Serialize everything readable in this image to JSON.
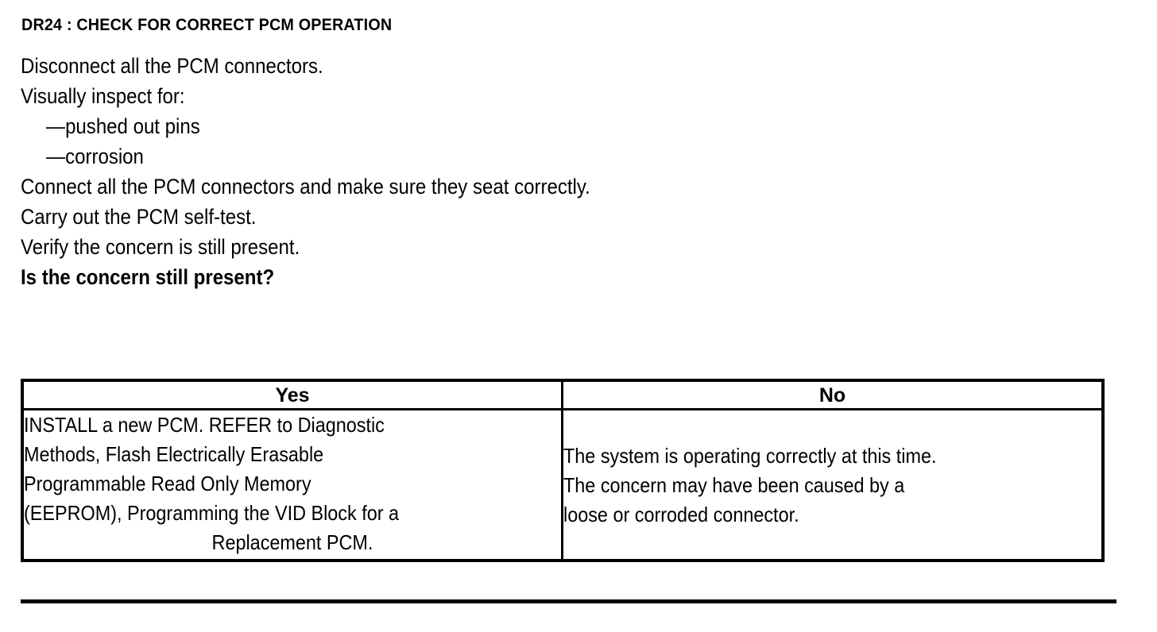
{
  "document": {
    "step_title": "DR24 : CHECK FOR CORRECT PCM OPERATION",
    "instructions": [
      {
        "text": "Disconnect all the PCM connectors.",
        "style": "normal",
        "indent": false
      },
      {
        "text": "Visually inspect for:",
        "style": "normal",
        "indent": false
      },
      {
        "text": "—pushed out pins",
        "style": "normal",
        "indent": true
      },
      {
        "text": "—corrosion",
        "style": "normal",
        "indent": true
      },
      {
        "text": "Connect all the PCM connectors and make sure they seat correctly.",
        "style": "normal",
        "indent": false
      },
      {
        "text": "Carry out the PCM self-test.",
        "style": "normal",
        "indent": false
      },
      {
        "text": "Verify the concern is still present.",
        "style": "normal",
        "indent": false
      },
      {
        "text": "Is the concern still present?",
        "style": "bold",
        "indent": false
      }
    ],
    "decision_table": {
      "headers": {
        "yes": "Yes",
        "no": "No"
      },
      "yes_cell": {
        "full_text": "INSTALL a new PCM. REFER to Diagnostic Methods, Flash Electrically Erasable Programmable Read Only Memory (EEPROM), Programming the VID Block for a Replacement PCM.",
        "lines": [
          "INSTALL a new PCM. REFER to Diagnostic",
          "Methods, Flash Electrically Erasable",
          "Programmable Read Only Memory",
          "(EEPROM), Programming the VID Block for a",
          "Replacement PCM."
        ]
      },
      "no_cell": {
        "full_text": "The system is operating correctly at this time. The concern may have been caused by a loose or corroded connector.",
        "lines": [
          "The system is operating correctly at this time.",
          "The concern may have been caused by a",
          "loose or corroded connector."
        ]
      }
    },
    "colors": {
      "text": "#000000",
      "background": "#ffffff",
      "rule": "#000000"
    }
  }
}
